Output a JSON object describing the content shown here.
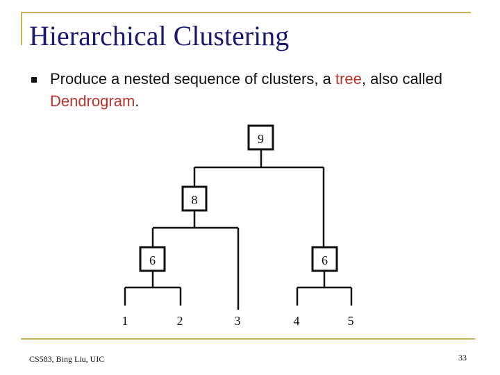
{
  "slide": {
    "title": "Hierarchical Clustering",
    "bullet": {
      "t1": "Produce a nested sequence of clusters, a ",
      "t2": "tree",
      "t3": ", also called ",
      "t4": "Dendrogram",
      "t5": "."
    },
    "footer_left": "CS583, Bing Liu, UIC",
    "page_number": "33"
  },
  "dendrogram": {
    "leaf_labels": [
      "1",
      "2",
      "3",
      "4",
      "5"
    ],
    "node_labels": {
      "root": "9",
      "left_internal": "8",
      "left_pair": "6",
      "right_pair": "6"
    }
  },
  "colors": {
    "title": "#1a1a6e",
    "highlight": "#c0302a",
    "frame": "#c8b258"
  }
}
